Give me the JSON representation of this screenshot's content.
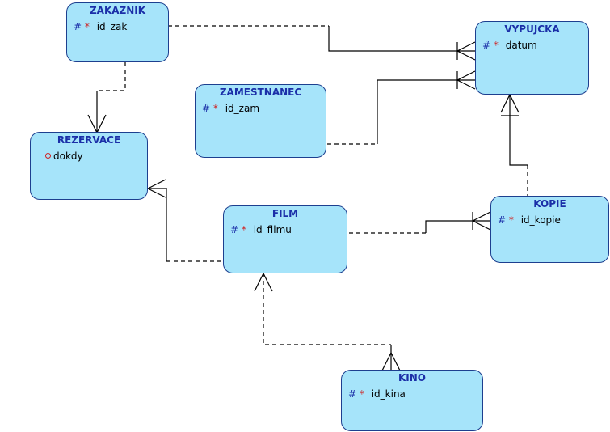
{
  "entities": {
    "zakaznik": {
      "name": "ZAKAZNIK",
      "attr": "id_zak",
      "hash": "#",
      "star": "*"
    },
    "vypujcka": {
      "name": "VYPUJCKA",
      "attr": "datum",
      "hash": "#",
      "star": "*"
    },
    "zamestnanec": {
      "name": "ZAMESTNANEC",
      "attr": "id_zam",
      "hash": "#",
      "star": "*"
    },
    "rezervace": {
      "name": "REZERVACE",
      "attr": "dokdy"
    },
    "film": {
      "name": "FILM",
      "attr": "id_filmu",
      "hash": "#",
      "star": "*"
    },
    "kopie": {
      "name": "KOPIE",
      "attr": "id_kopie",
      "hash": "#",
      "star": "*"
    },
    "kino": {
      "name": "KINO",
      "attr": "id_kina",
      "hash": "#",
      "star": "*"
    }
  },
  "colors": {
    "entity_fill": "#a6e4fa",
    "entity_border": "#1d3f8f",
    "title": "#1b2fa8",
    "mandatory_star": "#d02020",
    "line": "#000000"
  }
}
